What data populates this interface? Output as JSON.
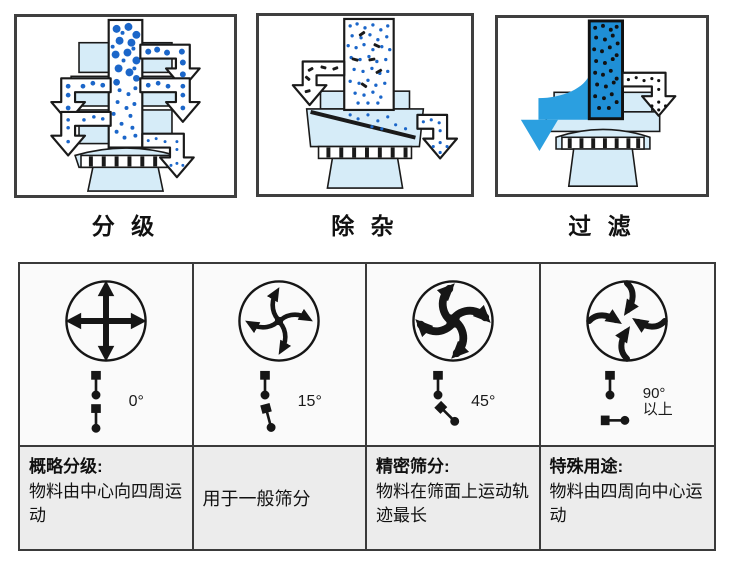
{
  "page": {
    "background": "#ffffff"
  },
  "header_diagrams": [
    {
      "id": "classification",
      "label": "分 级"
    },
    {
      "id": "impurity-removal",
      "label": "除 杂"
    },
    {
      "id": "filtration",
      "label": "过 滤"
    }
  ],
  "motion_table": {
    "columns": [
      {
        "pattern": "four-way-outward-arrows",
        "angle": "0°",
        "angle2": "",
        "title": "概略分级:",
        "body": "物料由中心向四周运动"
      },
      {
        "pattern": "gentle-pinwheel-swirl",
        "angle": "15°",
        "angle2": "",
        "title": "",
        "body": "用于一般筛分"
      },
      {
        "pattern": "strong-spiral-swirl",
        "angle": "45°",
        "angle2": "",
        "title": "精密筛分:",
        "body": "物料在筛面上运动轨迹最长"
      },
      {
        "pattern": "inward-curved-arrows",
        "angle": "90°",
        "angle2": "以上",
        "title": "特殊用途:",
        "body": "物料由四周向中心运动"
      }
    ]
  },
  "colors": {
    "machine_body_fill": "#d6ecf8",
    "particle_blue": "#1b66c9",
    "liquid_blue": "#2b9fe0",
    "tube_slurry_blue": "#1f8fd6",
    "line_black": "#1a1a1a",
    "table_border": "#3a3a3a",
    "desc_row_bg": "#ececec",
    "icon_row_bg": "#fafafa"
  }
}
